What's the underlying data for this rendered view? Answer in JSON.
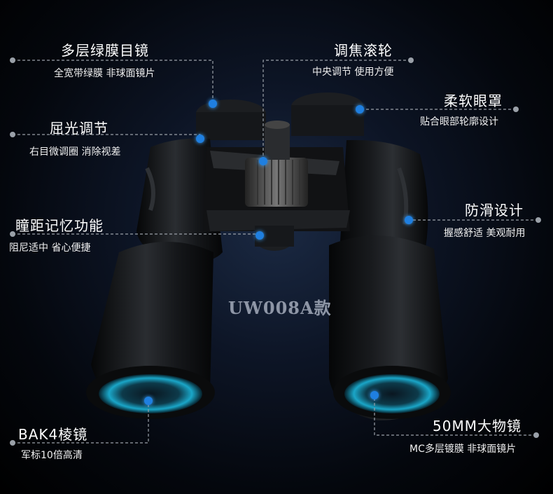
{
  "features": {
    "eyepiece_coating": {
      "title": "多层绿膜目镜",
      "desc": "全宽带绿膜 非球面镜片"
    },
    "focus_wheel": {
      "title": "调焦滚轮",
      "desc": "中央调节 使用方便"
    },
    "eyecup": {
      "title": "柔软眼罩",
      "desc": "贴合眼部轮廓设计"
    },
    "diopter": {
      "title": "屈光调节",
      "desc": "右目微调圈 消除视差"
    },
    "anti_slip": {
      "title": "防滑设计",
      "desc": "握感舒适 美观耐用"
    },
    "ipd_memory": {
      "title": "瞳距记忆功能",
      "desc": "阻尼适中 省心便捷"
    },
    "prism": {
      "title": "BAK4棱镜",
      "desc": "军标10倍高清"
    },
    "objective": {
      "title": "50MM大物镜",
      "desc": "MC多层镀膜 非球面镜片"
    }
  },
  "model_label": "UW008A款",
  "colors": {
    "accent_dot": "#1f7fe0",
    "line": "#9aa0a8",
    "background": "#05080f"
  }
}
